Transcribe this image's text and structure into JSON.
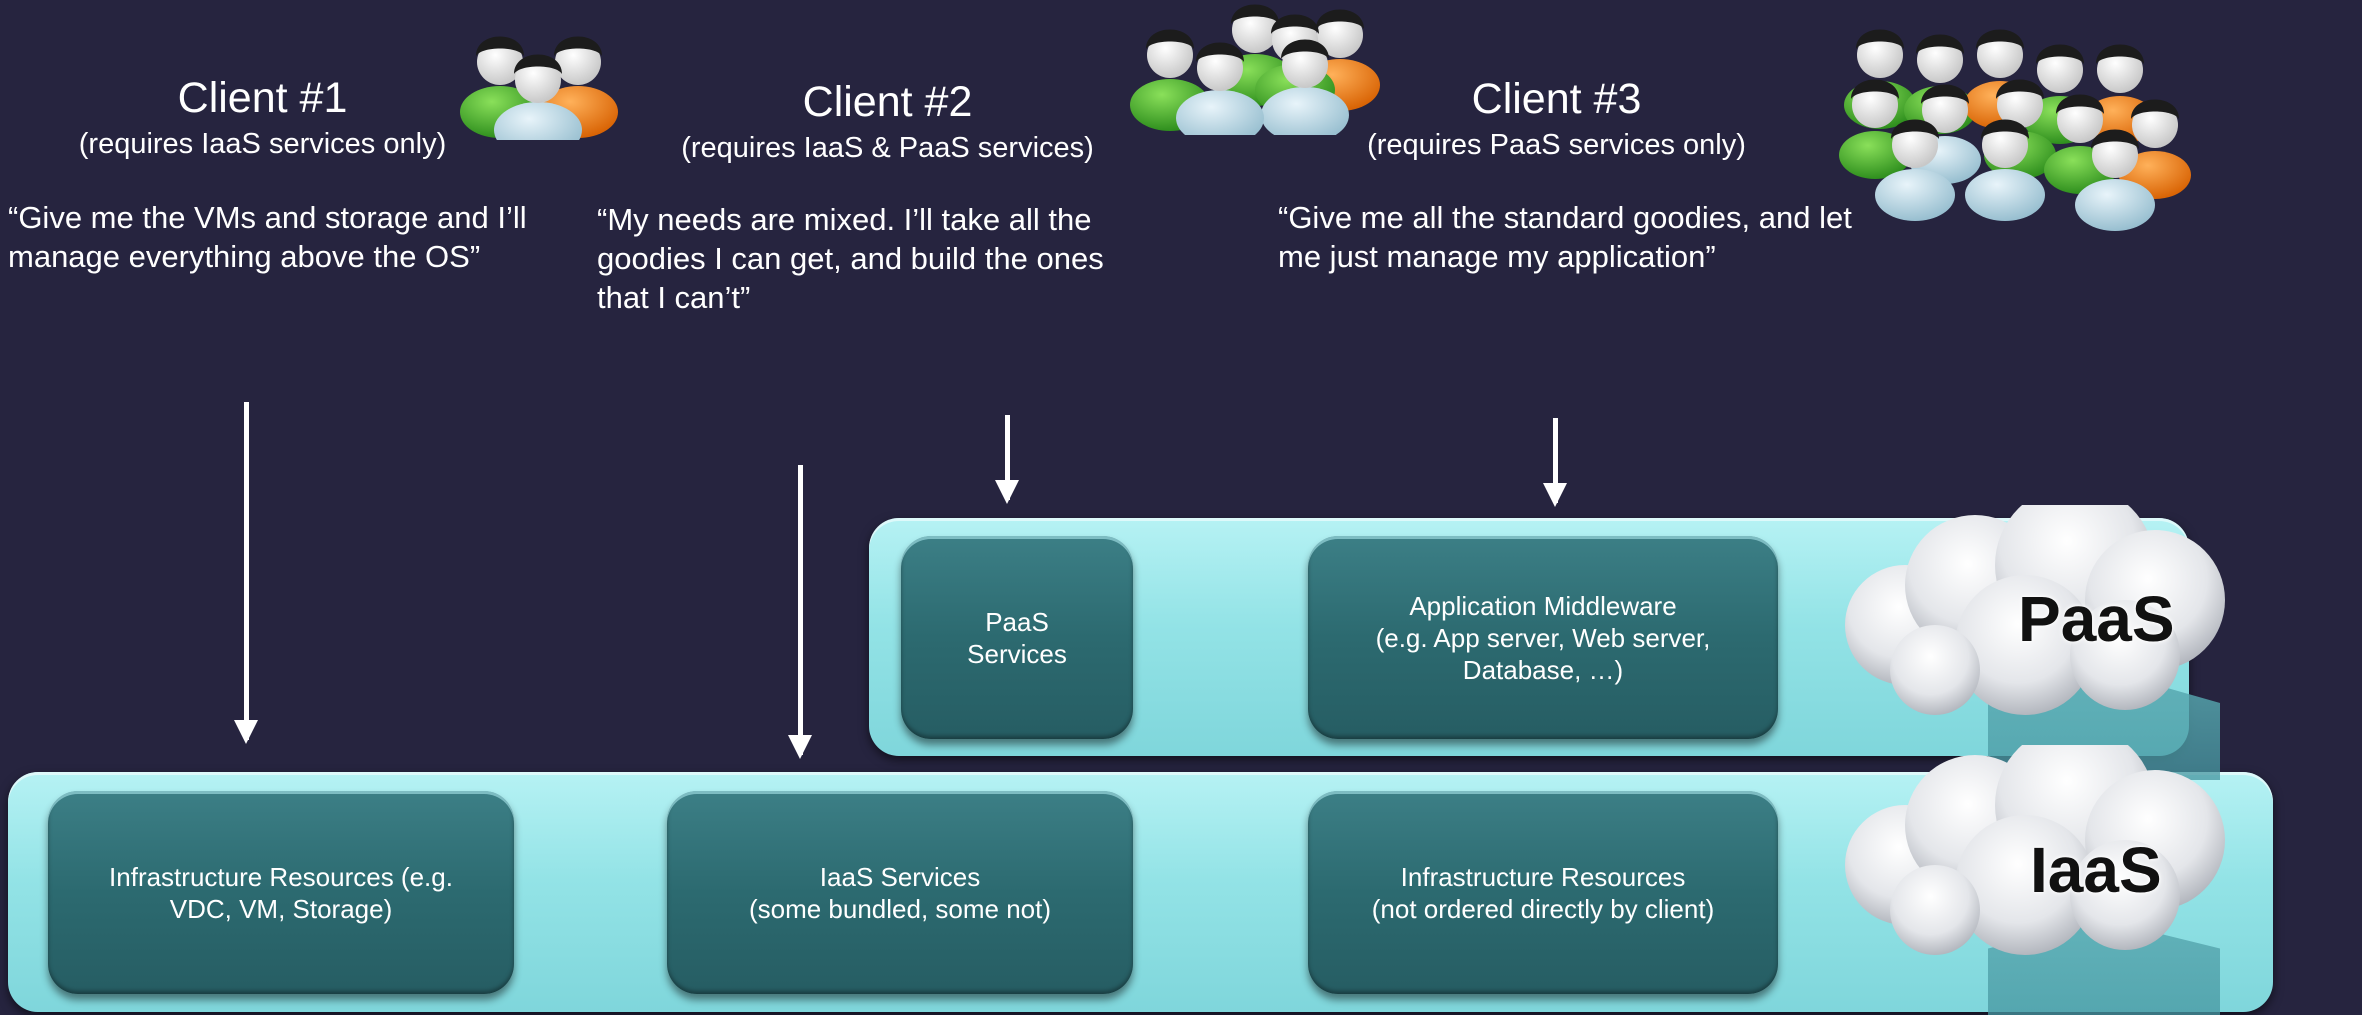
{
  "clients": [
    {
      "title": "Client #1",
      "subtitle": "(requires IaaS services only)",
      "quote": "“Give me the VMs and storage and I’ll manage everything above the OS”"
    },
    {
      "title": "Client #2",
      "subtitle": "(requires IaaS & PaaS services)",
      "quote": "“My needs are mixed. I’ll take all the goodies I can get, and build the ones that I can’t”"
    },
    {
      "title": "Client #3",
      "subtitle": "(requires PaaS services only)",
      "quote": "“Give me all the standard goodies, and let me just manage my application”"
    }
  ],
  "paas_layer": {
    "label": "PaaS",
    "boxes": [
      {
        "line1": "PaaS",
        "line2": "Services"
      },
      {
        "line1": "Application Middleware",
        "line2": "(e.g. App server, Web server,",
        "line3": "Database, …)"
      }
    ]
  },
  "iaas_layer": {
    "label": "IaaS",
    "boxes": [
      {
        "line1": "Infrastructure Resources  (e.g.",
        "line2": "VDC, VM, Storage)"
      },
      {
        "line1": "IaaS Services",
        "line2": "(some bundled, some not)"
      },
      {
        "line1": "Infrastructure Resources",
        "line2": "(not ordered directly by client)"
      }
    ]
  },
  "icons": [
    "user-group-small-icon",
    "user-group-medium-icon",
    "user-group-large-icon",
    "cloud-icon"
  ],
  "colors": {
    "background": "#26243f",
    "band": "#93e3e6",
    "box": "#2c6a70",
    "green": "#3aa82a",
    "orange": "#f07d14",
    "lightblue": "#c5dde8"
  }
}
